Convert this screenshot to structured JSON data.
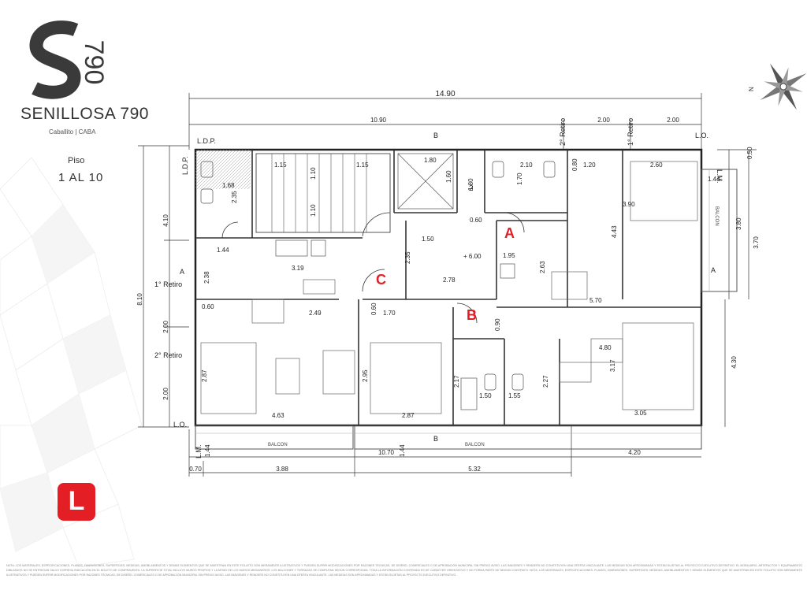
{
  "brand": {
    "logo_letter": "S",
    "logo_number": "790",
    "title": "SENILLOSA 790",
    "subtitle": "Caballito | CABA",
    "floor_label": "Piso",
    "floor_range": "1 AL 10",
    "unit_badge": "L"
  },
  "compass": {
    "north_label": "N"
  },
  "plan": {
    "dims_top": {
      "total": "14.90",
      "left": "10.90",
      "mid": "2.00",
      "right": "2.00"
    },
    "dims_bottom": {
      "total": "10.70",
      "right": "4.20",
      "a": "0.70",
      "b": "3.88",
      "c": "5.32"
    },
    "dims_left": {
      "total": "8.10",
      "top": "4.10",
      "mid": "2.00",
      "bot": "2.00"
    },
    "dims_right": {
      "top": "0.50",
      "mid": "3.70",
      "bot": "4.30"
    },
    "side_labels": {
      "ldp": "L.D.P.",
      "lm_top": "L.M.",
      "lm_bottom": "L.M.",
      "lo_top": "L.O.",
      "lo_bottom": "L.O.",
      "retiro1_left": "1° Retiro",
      "retiro2_left": "2° Retiro",
      "retiro2_top": "2° Retiro",
      "retiro1_top": "1° Retiro",
      "cut_a_left": "A",
      "cut_a_right": "A",
      "cut_b_top": "B",
      "cut_b_bottom": "B",
      "balcon_bottom_left": "BALCON",
      "balcon_bottom_right": "BALCON",
      "balcon_right": "BALCON"
    },
    "unit_tags": {
      "a": "A",
      "b": "B",
      "c": "C"
    },
    "room_dims": {
      "d168": "1.68",
      "d235a": "2.35",
      "d115a": "1.15",
      "d110a": "1.10",
      "d110b": "1.10",
      "d115b": "1.15",
      "d180a": "1.80",
      "d160": "1.60",
      "d180b": "1.80",
      "d2": "2",
      "d060a": "0.60",
      "d210": "2.10",
      "d170a": "1.70",
      "d080": "0.80",
      "d120": "1.20",
      "d260": "2.60",
      "d144a": "1.44",
      "d380": "3.80",
      "d390": "3.90",
      "d443": "4.43",
      "d150a": "1.50",
      "d144b": "1.44",
      "d319": "3.19",
      "d235b": "2.35",
      "d600": "+ 6.00",
      "d195": "1.95",
      "d263": "2.63",
      "d278": "2.78",
      "d238": "2.38",
      "d060b": "0.60",
      "d249": "2.49",
      "d060c": "0.60",
      "d170b": "1.70",
      "d090": "0.90",
      "d570": "5.70",
      "d480": "4.80",
      "d287a": "2.87",
      "d295": "2.95",
      "d217": "2.17",
      "d227": "2.27",
      "d317": "3.17",
      "d150b": "1.50",
      "d155": "1.55",
      "d463": "4.63",
      "d287b": "2.87",
      "d305": "3.05",
      "d144c": "1.44",
      "d144d": "1.44"
    }
  },
  "footer": {
    "note": "NOTA: LOS MATERIALES, ESPECIFICACIONES, PLANOS, DIMENSIONES, SUPERFICIES, MEDIDAS, AMOBLAMIENTOS Y DEMÁS ELEMENTOS QUE SE MUESTRAN EN ESTE FOLLETO SON MERAMENTE ILUSTRATIVOS Y PUEDEN SUFRIR MODIFICACIONES POR RAZONES TÉCNICAS, DE DISEÑO, COMERCIALES O DE APROBACIÓN MUNICIPAL SIN PREVIO AVISO. LAS IMÁGENES Y RENDERS NO CONSTITUYEN UNA OFERTA VINCULANTE. LAS MEDIDAS SON APROXIMADAS Y ESTÁN SUJETAS AL PROYECTO EJECUTIVO DEFINITIVO. EL MOBILIARIO, ARTEFACTOS Y EQUIPAMIENTO DIBUJADOS NO SE ENTREGAN SALVO EXPRESA INDICACIÓN EN EL BOLETO DE COMPRAVENTA. LA SUPERFICIE TOTAL INCLUYE MUROS PROPIOS Y LA MITAD DE LOS MUROS MEDIANEROS. LOS BALCONES Y TERRAZAS SE COMPUTAN SEGÚN CORRESPONDA. TODA LA INFORMACIÓN CONTENIDA ES DE CARÁCTER ORIENTATIVO Y NO FORMA PARTE DE NINGÚN CONTRATO. NOTA: LOS MATERIALES, ESPECIFICACIONES, PLANOS, DIMENSIONES, SUPERFICIES, MEDIDAS, AMOBLAMIENTOS Y DEMÁS ELEMENTOS QUE SE MUESTRAN EN ESTE FOLLETO SON MERAMENTE ILUSTRATIVOS Y PUEDEN SUFRIR MODIFICACIONES POR RAZONES TÉCNICAS, DE DISEÑO, COMERCIALES O DE APROBACIÓN MUNICIPAL SIN PREVIO AVISO. LAS IMÁGENES Y RENDERS NO CONSTITUYEN UNA OFERTA VINCULANTE. LAS MEDIDAS SON APROXIMADAS Y ESTÁN SUJETAS AL PROYECTO EJECUTIVO DEFINITIVO."
  }
}
